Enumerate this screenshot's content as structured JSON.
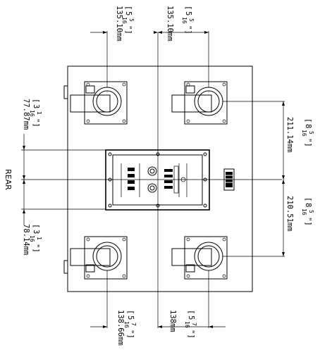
{
  "labels": {
    "rear": "REAR"
  },
  "dimensions": {
    "top_left_mm": "135.10mm",
    "top_left_in_whole": "5",
    "top_left_in_num": "5",
    "top_left_in_den": "16",
    "top_right_mm": "135.10mm",
    "top_right_in_whole": "5",
    "top_right_in_num": "5",
    "top_right_in_den": "16",
    "left_upper_mm": "77.87mm",
    "left_upper_in_whole": "3",
    "left_upper_in_num": "1",
    "left_upper_in_den": "16",
    "left_lower_mm": "78.14mm",
    "left_lower_in_whole": "3",
    "left_lower_in_num": "1",
    "left_lower_in_den": "16",
    "right_upper_mm": "211.14mm",
    "right_upper_in_whole": "8",
    "right_upper_in_num": "5",
    "right_upper_in_den": "16",
    "right_lower_mm": "210.51mm",
    "right_lower_in_whole": "8",
    "right_lower_in_num": "5",
    "right_lower_in_den": "16",
    "bottom_left_mm": "138.66mm",
    "bottom_left_in_whole": "5",
    "bottom_left_in_num": "7",
    "bottom_left_in_den": "16",
    "bottom_right_mm": "138mm",
    "bottom_right_in_whole": "5",
    "bottom_right_in_num": "7",
    "bottom_right_in_den": "16"
  }
}
